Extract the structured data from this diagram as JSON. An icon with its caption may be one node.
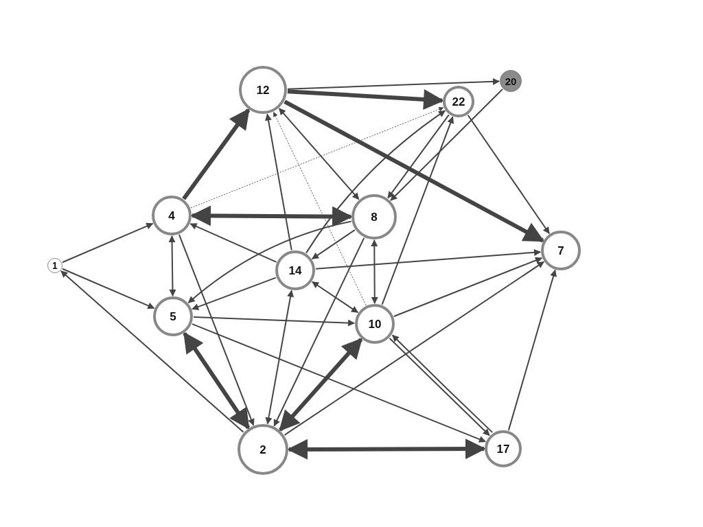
{
  "diagram": {
    "nodes": [
      {
        "text": [
          "12"
        ]
      },
      {
        "text": [
          "20"
        ]
      },
      {
        "text": [
          "22"
        ]
      },
      {
        "text": [
          "4"
        ]
      },
      {
        "text": [
          "8"
        ]
      },
      {
        "text": [
          "1"
        ]
      },
      {
        "text": [
          "7"
        ]
      },
      {
        "text": [
          "14"
        ]
      },
      {
        "text": [
          "5"
        ]
      },
      {
        "text": [
          "10"
        ]
      },
      {
        "text": [
          "2"
        ]
      },
      {
        "text": [
          "17"
        ]
      }
    ],
    "edges": [
      {
        "from": 5,
        "to": 3,
        "arrow": "to"
      },
      {
        "from": 5,
        "to": 8,
        "arrow": "to"
      },
      {
        "from": 10,
        "to": 5,
        "arrow": "to"
      },
      {
        "from": 3,
        "to": 0,
        "arrow": "to",
        "style": "thick"
      },
      {
        "from": 3,
        "to": 2,
        "arrow": "to",
        "style": "dashed"
      },
      {
        "from": 4,
        "to": 3,
        "arrow": "both",
        "style": "thick"
      },
      {
        "from": 7,
        "to": 3,
        "arrow": "to"
      },
      {
        "from": 3,
        "to": 8,
        "arrow": "both"
      },
      {
        "from": 3,
        "to": 10,
        "arrow": "to"
      },
      {
        "from": 8,
        "to": 10,
        "arrow": "both",
        "style": "thick"
      },
      {
        "from": 8,
        "to": 9,
        "arrow": "to"
      },
      {
        "from": 8,
        "to": 11,
        "arrow": "to"
      },
      {
        "from": 4,
        "to": 8,
        "arrow": "to"
      },
      {
        "from": 7,
        "to": 8,
        "arrow": "to"
      },
      {
        "from": 0,
        "to": 1,
        "arrow": "to"
      },
      {
        "from": 0,
        "to": 2,
        "arrow": "to",
        "style": "thick"
      },
      {
        "from": 0,
        "to": 4,
        "arrow": "both"
      },
      {
        "from": 0,
        "to": 6,
        "arrow": "to",
        "style": "thick"
      },
      {
        "from": 7,
        "to": 0,
        "arrow": "to"
      },
      {
        "from": 9,
        "to": 0,
        "arrow": "to",
        "style": "dashed"
      },
      {
        "from": 2,
        "to": 6,
        "arrow": "to"
      },
      {
        "from": 7,
        "to": 2,
        "arrow": "to"
      },
      {
        "from": 9,
        "to": 2,
        "arrow": "to"
      },
      {
        "from": 2,
        "to": 4,
        "arrow": "to"
      },
      {
        "from": 1,
        "to": 4,
        "arrow": "to"
      },
      {
        "from": 4,
        "to": 7,
        "arrow": "to"
      },
      {
        "from": 4,
        "to": 10,
        "arrow": "to"
      },
      {
        "from": 4,
        "to": 9,
        "arrow": "both"
      },
      {
        "from": 7,
        "to": 9,
        "arrow": "both"
      },
      {
        "from": 7,
        "to": 6,
        "arrow": "to"
      },
      {
        "from": 7,
        "to": 10,
        "arrow": "both"
      },
      {
        "from": 9,
        "to": 10,
        "arrow": "both",
        "style": "thick"
      },
      {
        "from": 9,
        "to": 6,
        "arrow": "to"
      },
      {
        "from": 9,
        "to": 11,
        "arrow": "to"
      },
      {
        "from": 11,
        "to": 9,
        "arrow": "to"
      },
      {
        "from": 10,
        "to": 6,
        "arrow": "to"
      },
      {
        "from": 10,
        "to": 11,
        "arrow": "both",
        "style": "thick"
      },
      {
        "from": 11,
        "to": 6,
        "arrow": "to"
      }
    ]
  }
}
